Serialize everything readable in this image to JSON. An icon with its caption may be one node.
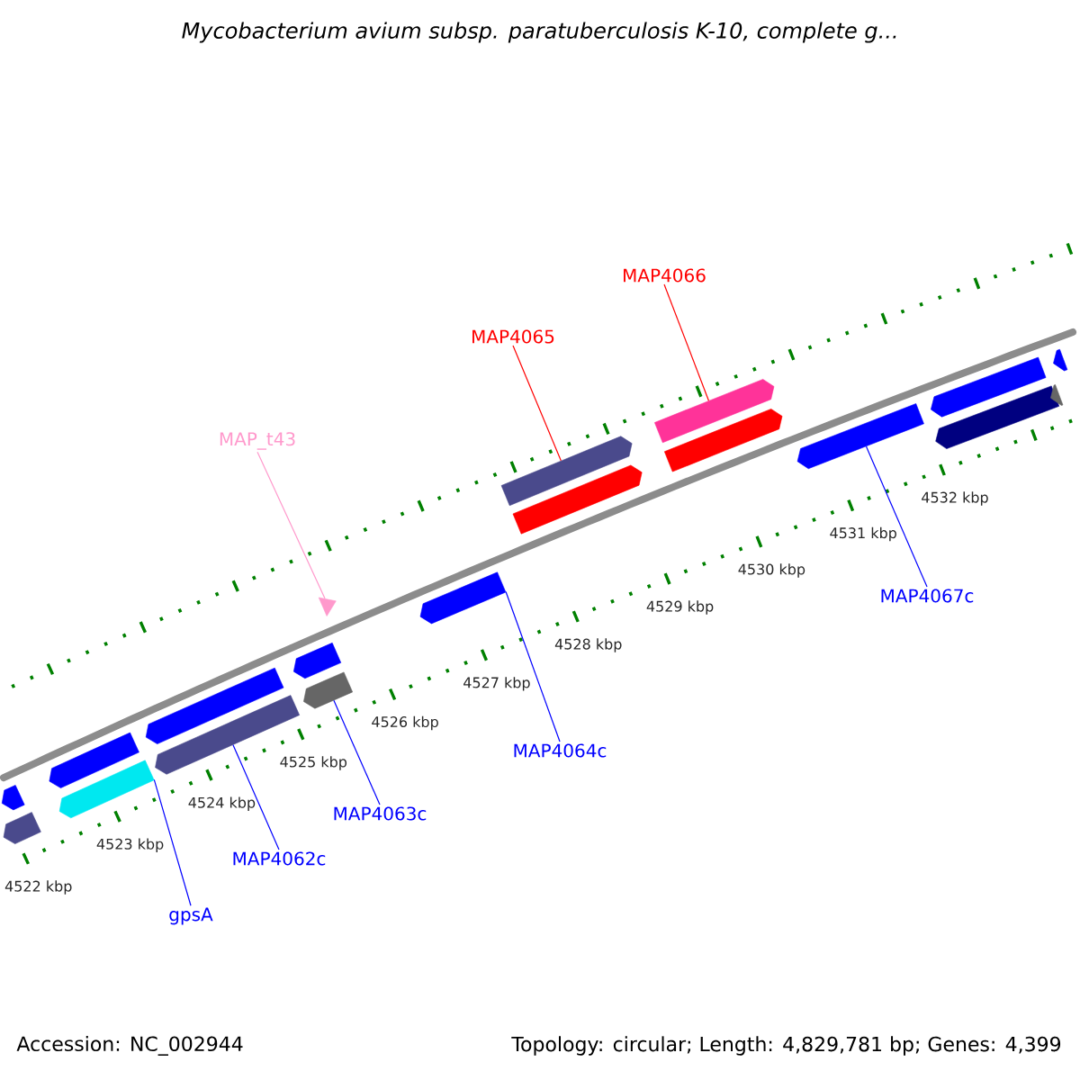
{
  "diagram": {
    "title": "Mycobacterium avium subsp. paratuberculosis K-10, complete g...",
    "nodes": [
      {
        "text": [
          "MAP4066"
        ]
      },
      {
        "text": [
          "MAP4065"
        ]
      },
      {
        "text": [
          "MAP_t43"
        ]
      },
      {
        "text": [
          "MAP4067c"
        ]
      },
      {
        "text": [
          "MAP4064c"
        ]
      },
      {
        "text": [
          "MAP4063c"
        ]
      },
      {
        "text": [
          "MAP4062c"
        ]
      },
      {
        "text": [
          "gpsA"
        ]
      },
      {
        "text": [],
        "shape": "arrow"
      },
      {
        "text": [],
        "shape": "arrow"
      },
      {
        "text": [],
        "shape": "arrow"
      },
      {
        "text": [],
        "shape": "arrow"
      },
      {
        "text": [],
        "shape": "arrow"
      },
      {
        "text": [],
        "shape": "arrow"
      },
      {
        "text": [],
        "shape": "arrow"
      },
      {
        "text": [],
        "shape": "arrow"
      },
      {
        "text": [],
        "shape": "triangle"
      },
      {
        "text": [],
        "shape": "arrow"
      },
      {
        "text": [],
        "shape": "arrow"
      },
      {
        "text": [],
        "shape": "arrow"
      },
      {
        "text": [],
        "shape": "arrow"
      },
      {
        "text": [],
        "shape": "arrow"
      },
      {
        "text": [],
        "shape": "arrow"
      },
      {
        "text": [],
        "shape": "arrow"
      },
      {
        "text": [],
        "shape": "arrow"
      },
      {
        "text": [],
        "shape": "arrow"
      },
      {
        "text": [],
        "shape": "arrow"
      }
    ],
    "edges": [
      {
        "from": 0,
        "to": 20,
        "arrow": "none",
        "color": "#ff0000"
      },
      {
        "from": 1,
        "to": 18,
        "arrow": "none",
        "color": "#ff0000"
      },
      {
        "from": 2,
        "to": 16,
        "arrow": "none",
        "color": "#ff99cc"
      },
      {
        "from": 3,
        "to": 22,
        "arrow": "none"
      },
      {
        "from": 4,
        "to": 17,
        "arrow": "none"
      },
      {
        "from": 5,
        "to": 15,
        "arrow": "none"
      },
      {
        "from": 6,
        "to": 13,
        "arrow": "none"
      },
      {
        "from": 7,
        "to": 11,
        "arrow": "none"
      }
    ],
    "labels": [
      "4522 kbp",
      "4523 kbp",
      "4524 kbp",
      "4525 kbp",
      "4526 kbp",
      "4527 kbp",
      "4528 kbp",
      "4529 kbp",
      "4530 kbp",
      "4531 kbp",
      "4532 kbp",
      "Accession: NC_002944",
      "Topology: circular; Length: 4,829,781 bp; Genes: 4,399"
    ]
  }
}
